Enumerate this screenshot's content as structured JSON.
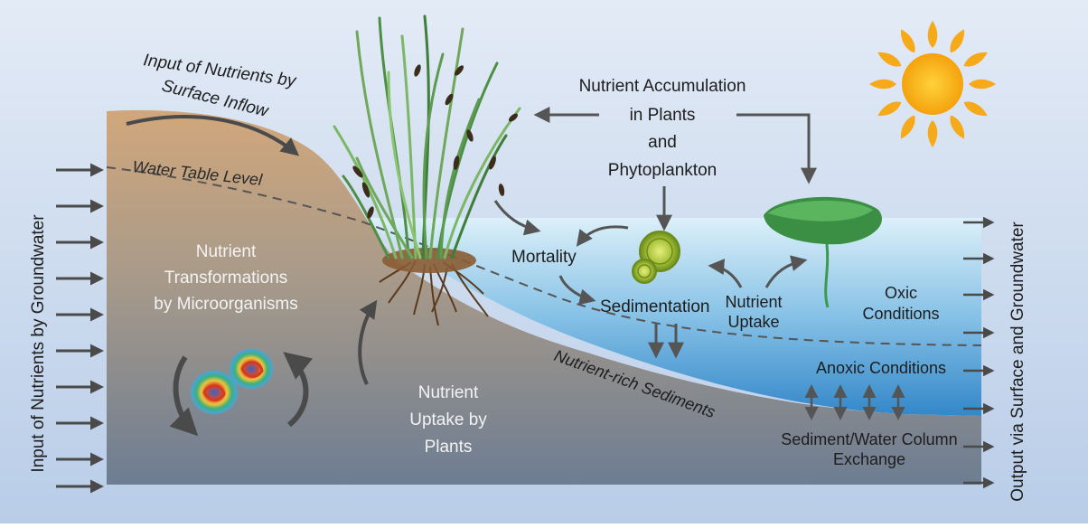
{
  "labels": {
    "input_groundwater": "Input of Nutrients by Groundwater",
    "output_groundwater": "Output via Surface and Groundwater",
    "surface_inflow_line1": "Input of Nutrients by",
    "surface_inflow_line2": "Surface Inflow",
    "water_table": "Water Table Level",
    "transformations": [
      "Nutrient",
      "Transformations",
      "by Microorganisms"
    ],
    "plant_uptake": [
      "Nutrient",
      "Uptake by",
      "Plants"
    ],
    "accumulation": [
      "Nutrient Accumulation",
      "in Plants",
      "and",
      "Phytoplankton"
    ],
    "mortality": "Mortality",
    "sedimentation": "Sedimentation",
    "nutrient_uptake": [
      "Nutrient",
      "Uptake"
    ],
    "oxic": [
      "Oxic",
      "Conditions"
    ],
    "anoxic": "Anoxic Conditions",
    "sediments": "Nutrient-rich Sediments",
    "exchange": [
      "Sediment/Water Column",
      "Exchange"
    ]
  },
  "icons": [
    "sun-icon",
    "microorganism-icon",
    "phytoplankton-icon",
    "lily-pad-icon",
    "reed-plant-icon"
  ],
  "colors": {
    "background": "#c5d6ec",
    "soil_light": "#c9a37a",
    "soil_dark": "#6f7f94",
    "water_light": "#d7ecf7",
    "water_deep": "#3a8fd0",
    "sun": "#f7b613",
    "arrow": "#555555"
  }
}
